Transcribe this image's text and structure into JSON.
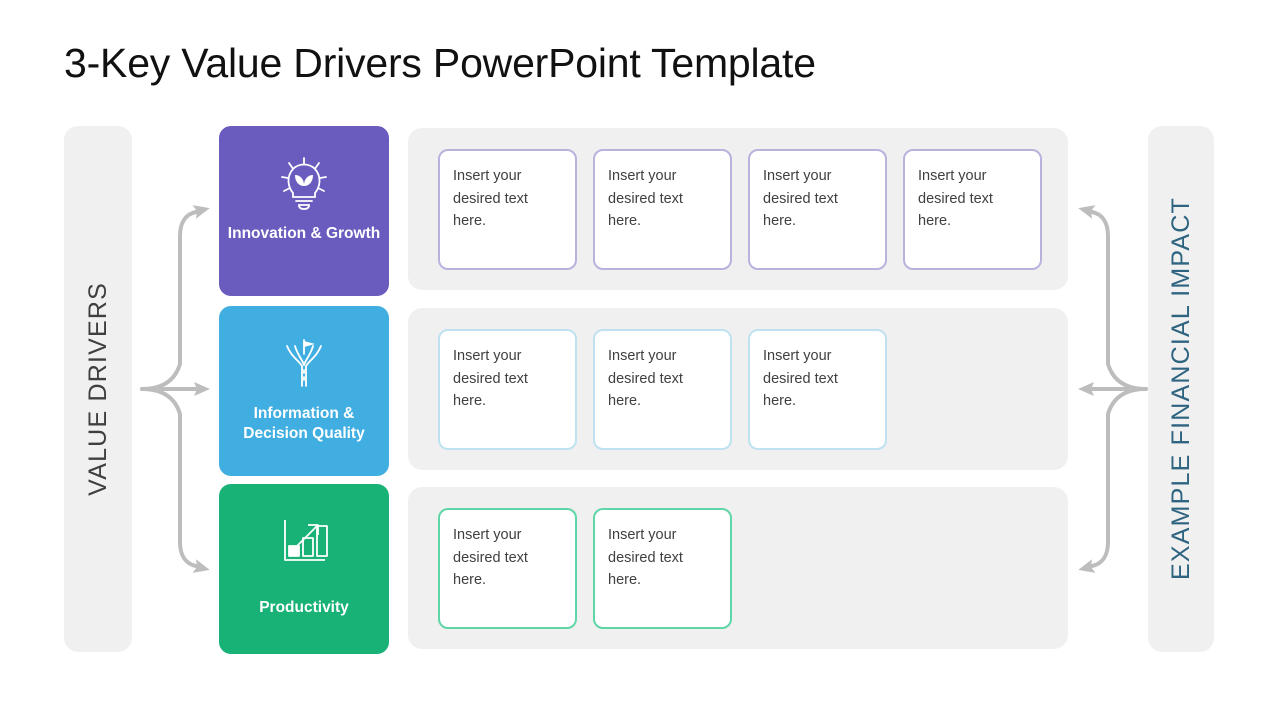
{
  "slide": {
    "title": "3-Key Value Drivers PowerPoint Template",
    "background": "#ffffff"
  },
  "left_rail": {
    "label": "VALUE DRIVERS",
    "text_color": "#3f3f3f",
    "background": "#f0f0f0"
  },
  "right_rail": {
    "label": "EXAMPLE FINANCIAL IMPACT",
    "text_color": "#2e6480",
    "background": "#f0f0f0"
  },
  "arrows": {
    "color": "#bdbdbd",
    "left_icon": "branch-arrow-right-icon",
    "right_icon": "branch-arrow-left-icon"
  },
  "drivers": [
    {
      "label": "Innovation & Growth",
      "color": "#6a5cbf",
      "icon": "lightbulb-sprout-icon",
      "note_border": "#b9b2dd",
      "notes": [
        {
          "text": "Insert your desired text here."
        },
        {
          "text": "Insert your desired text here."
        },
        {
          "text": "Insert your desired text here."
        },
        {
          "text": "Insert your desired text here."
        }
      ]
    },
    {
      "label": "Information & Decision Quality",
      "color": "#41aee2",
      "icon": "forked-road-signpost-icon",
      "note_border": "#bfe2f1",
      "notes": [
        {
          "text": "Insert your desired text here."
        },
        {
          "text": "Insert your desired text here."
        },
        {
          "text": "Insert your desired text here."
        }
      ]
    },
    {
      "label": "Productivity",
      "color": "#18b276",
      "icon": "growth-bar-chart-icon",
      "note_border": "#5fd6a7",
      "notes": [
        {
          "text": "Insert your desired text here."
        },
        {
          "text": "Insert your desired text here."
        }
      ]
    }
  ],
  "panel_background": "#f0f0f0"
}
